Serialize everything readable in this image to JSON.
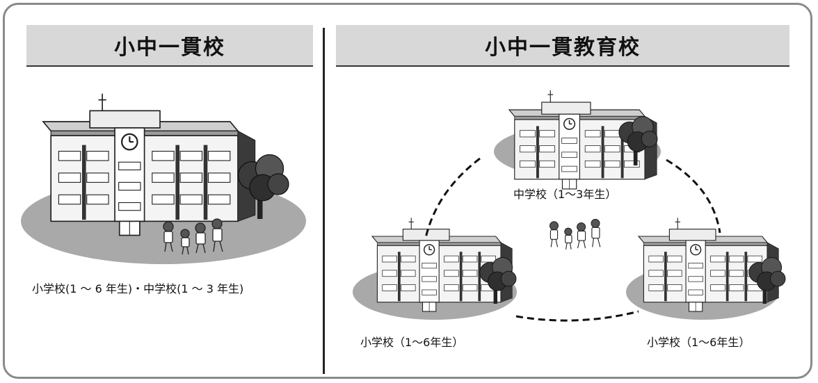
{
  "left_panel": {
    "title": "小中一貫校",
    "caption": "小学校(1 ～ 6 年生)・中学校(1 ～ 3 年生)"
  },
  "right_panel": {
    "title": "小中一貫教育校",
    "middle_school_label": "中学校（1～3年生）",
    "elementary_left_label": "小学校（1～6年生）",
    "elementary_right_label": "小学校（1～6年生）"
  }
}
